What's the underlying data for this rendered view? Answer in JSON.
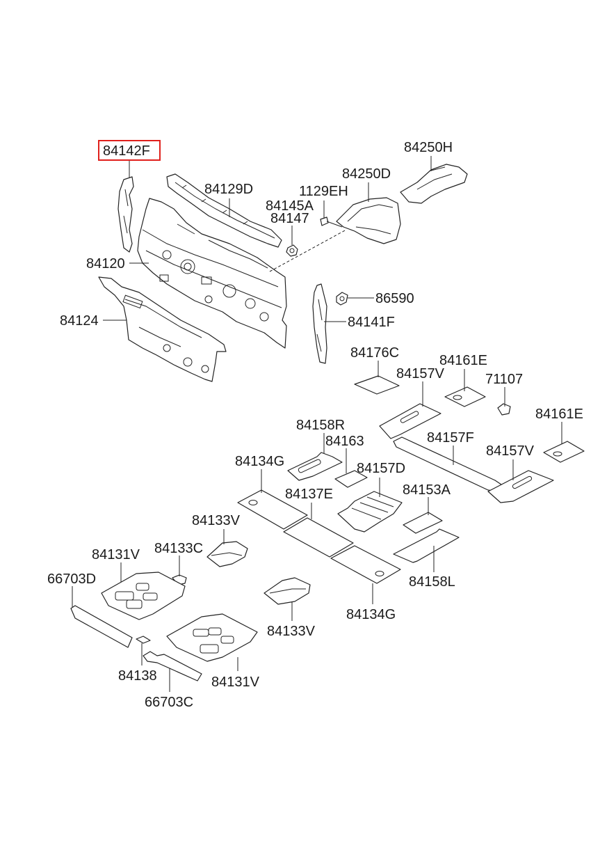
{
  "labels": {
    "p84142F": "84142F",
    "p84250H": "84250H",
    "p84250D": "84250D",
    "p84129D": "84129D",
    "p1129EH": "1129EH",
    "p84145A": "84145A",
    "p84147": "84147",
    "p84120": "84120",
    "p86590": "86590",
    "p84124": "84124",
    "p84141F": "84141F",
    "p84176C": "84176C",
    "p84161E_a": "84161E",
    "p84157V_a": "84157V",
    "p71107": "71107",
    "p84161E_b": "84161E",
    "p84158R": "84158R",
    "p84163": "84163",
    "p84157F": "84157F",
    "p84134G_a": "84134G",
    "p84157D": "84157D",
    "p84157V_b": "84157V",
    "p84137E": "84137E",
    "p84153A": "84153A",
    "p84133V_a": "84133V",
    "p84133C": "84133C",
    "p84131V_a": "84131V",
    "p66703D": "66703D",
    "p84158L": "84158L",
    "p84134G_b": "84134G",
    "p84133V_b": "84133V",
    "p84138": "84138",
    "p84131V_b": "84131V",
    "p66703C": "66703C"
  },
  "highlight_color": "#e0201c"
}
